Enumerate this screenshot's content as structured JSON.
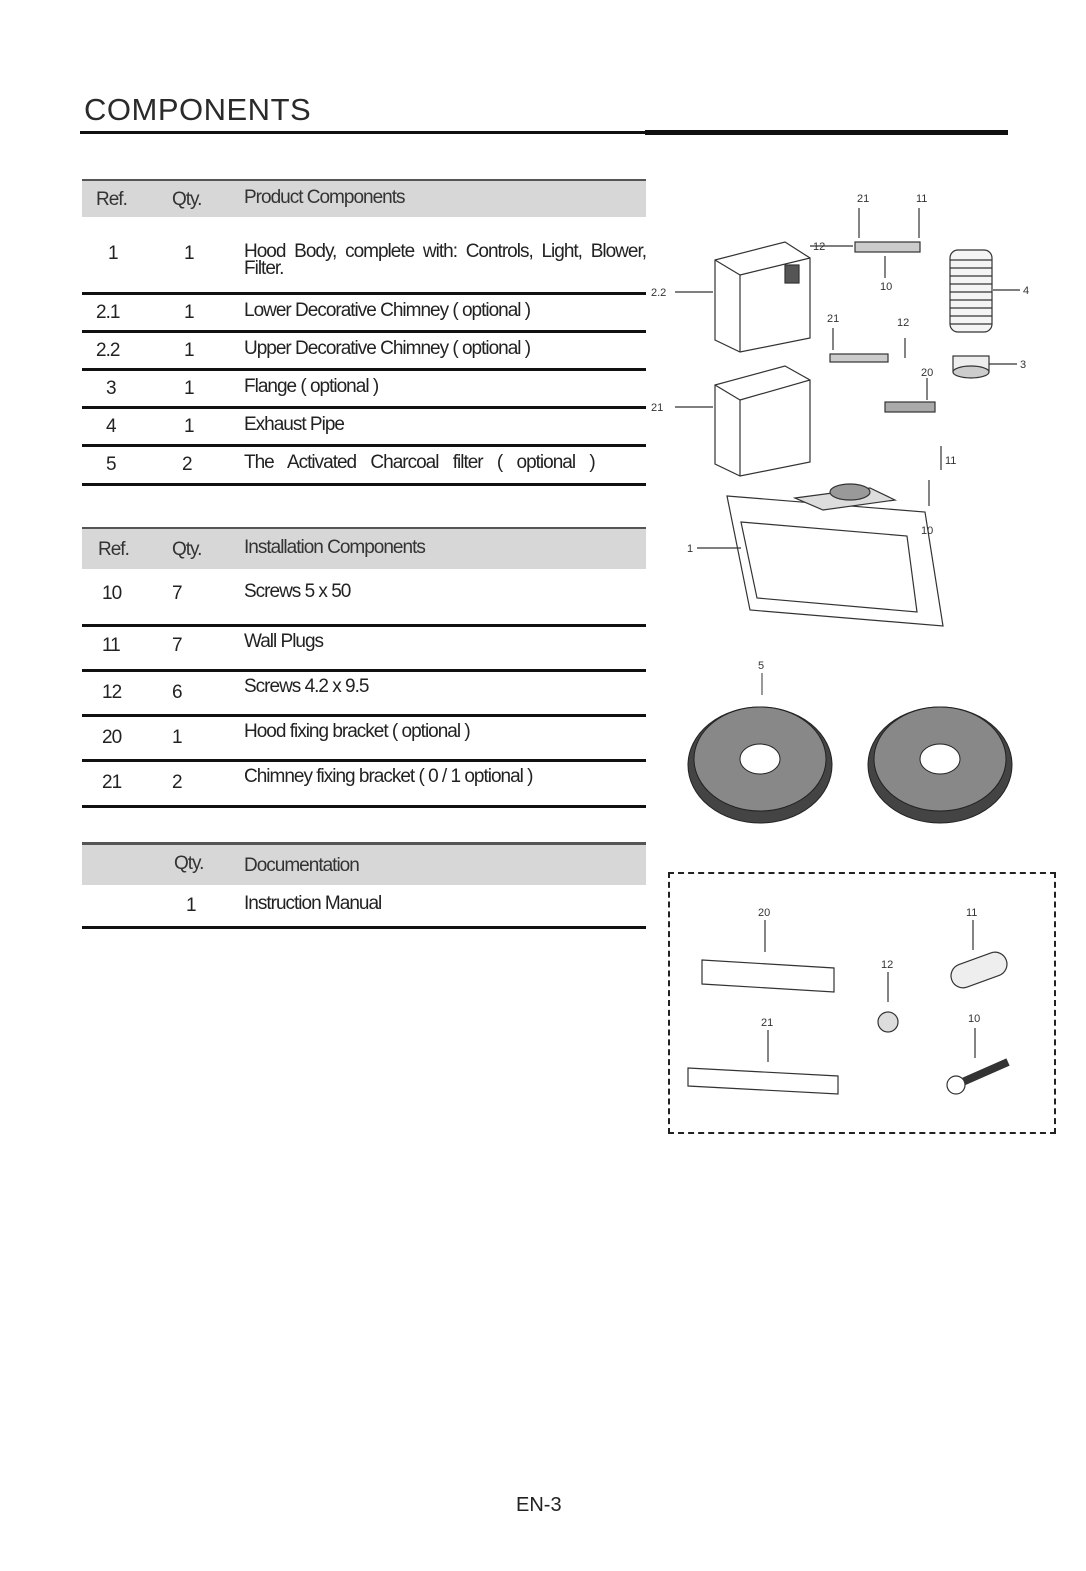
{
  "page": {
    "title": "COMPONENTS",
    "footer": "EN-3"
  },
  "product_table": {
    "headers": {
      "ref": "Ref.",
      "qty": "Qty.",
      "name": "Product Components"
    },
    "rows": [
      {
        "ref": "1",
        "qty": "1",
        "name": "Hood Body, complete with: Controls, Light, Blower, Filter."
      },
      {
        "ref": "2.1",
        "qty": "1",
        "name": "Lower Decorative Chimney ( optional )"
      },
      {
        "ref": "2.2",
        "qty": "1",
        "name": "Upper Decorative Chimney ( optional )"
      },
      {
        "ref": "3",
        "qty": "1",
        "name": "Flange ( optional )"
      },
      {
        "ref": "4",
        "qty": "1",
        "name": "Exhaust Pipe"
      },
      {
        "ref": "5",
        "qty": "2",
        "name": "The Activated Charcoal filter ( optional )"
      }
    ]
  },
  "installation_table": {
    "headers": {
      "ref": "Ref.",
      "qty": "Qty.",
      "name": "Installation Components"
    },
    "rows": [
      {
        "ref": "10",
        "qty": "7",
        "name": "Screws 5 x 50"
      },
      {
        "ref": "11",
        "qty": "7",
        "name": "Wall Plugs"
      },
      {
        "ref": "12",
        "qty": "6",
        "name": "Screws 4.2 x 9.5"
      },
      {
        "ref": "20",
        "qty": "1",
        "name": "Hood fixing bracket ( optional )"
      },
      {
        "ref": "21",
        "qty": "2",
        "name": "Chimney fixing bracket ( 0 / 1 optional )"
      }
    ]
  },
  "documentation_table": {
    "headers": {
      "qty": "Qty.",
      "name": "Documentation"
    },
    "rows": [
      {
        "qty": "1",
        "name": "Instruction Manual"
      }
    ]
  },
  "diagram_labels": {
    "l21": "21",
    "l11": "11",
    "l12": "12",
    "l10": "10",
    "l4": "4",
    "l22": "2.2",
    "l3": "3",
    "l20": "20",
    "l21b": "21",
    "l12b": "12",
    "l11b": "11",
    "l10b": "10",
    "l1": "1",
    "l5": "5"
  },
  "kit_labels": {
    "k20": "20",
    "k11": "11",
    "k12": "12",
    "k21": "21",
    "k10": "10"
  }
}
